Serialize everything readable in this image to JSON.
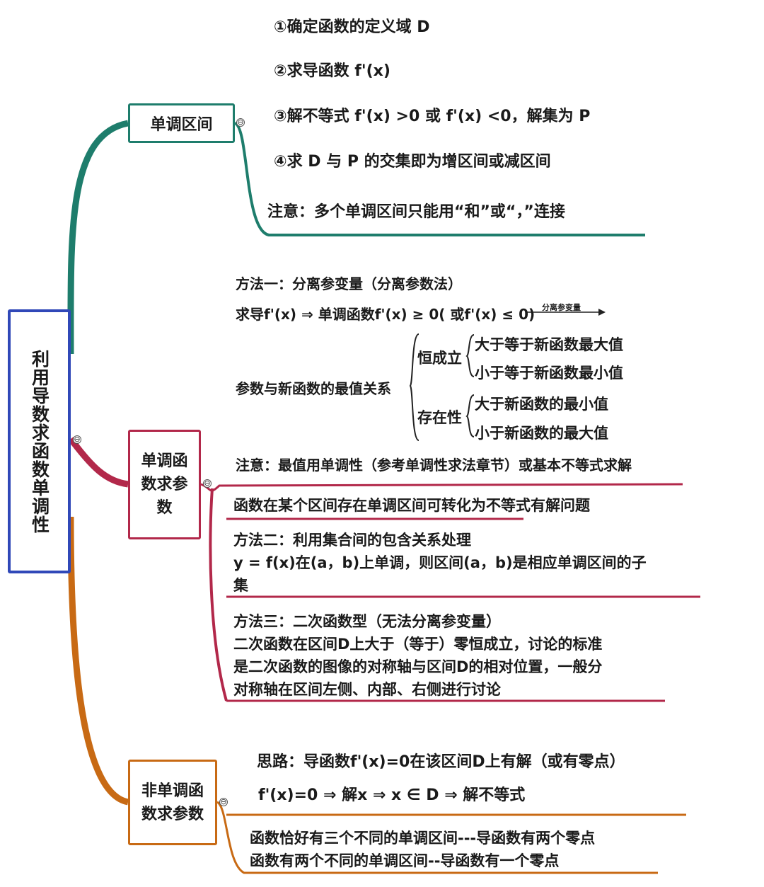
{
  "root": {
    "label": "利用导数求函数单调性"
  },
  "branch1": {
    "label": "单调区间",
    "steps": [
      "①确定函数的定义域 D",
      "②求导函数 f'(x)",
      "③解不等式 f'(x) >0 或 f'(x) <0，解集为 P",
      "④求 D 与 P 的交集即为增区间或减区间"
    ],
    "note": "注意：多个单调区间只能用“和”或“，”连接",
    "color": "#1e7d6c"
  },
  "branch2": {
    "label": "单调函数求参数",
    "method1_title": "方法一：分离参变量（分离参数法）",
    "method1_formula": "求导f'(x) ⇒ 单调函数f'(x) ≥ 0( 或f'(x) ≤ 0)",
    "arrow_label": "分离参变量",
    "relation_label": "参数与新函数的最值关系",
    "group1": "恒成立",
    "group1_items": [
      "大于等于新函数最大值",
      "小于等于新函数最小值"
    ],
    "group2": "存在性",
    "group2_items": [
      "大于新函数的最小值",
      "小于新函数的最大值"
    ],
    "note": "注意：最值用单调性（参考单调性求法章节）或基本不等式求解",
    "line_exist": "函数在某个区间存在单调区间可转化为不等式有解问题",
    "method2_title": "方法二：利用集合间的包含关系处理",
    "method2_line1": "y = f(x)在(a，b)上单调，则区间(a，b)是相应单调区间的子",
    "method2_line2": "集",
    "method3_title": "方法三：二次函数型（无法分离参变量）",
    "method3_line1": "二次函数在区间D上大于（等于）零恒成立，讨论的标准",
    "method3_line2": "是二次函数的图像的对称轴与区间D的相对位置，一般分",
    "method3_line3": "对称轴在区间左侧、内部、右侧进行讨论",
    "color": "#b2284a"
  },
  "branch3": {
    "label": "非单调函数求参数",
    "idea": "思路：导函数f'(x)=0在该区间D上有解（或有零点）",
    "formula": "f'(x)=0 ⇒ 解x ⇒ x ∈ D ⇒ 解不等式",
    "line1": "函数恰好有三个不同的单调区间---导函数有两个零点",
    "line2": "函数有两个不同的单调区间--导函数有一个零点",
    "color": "#c86a14"
  },
  "collapse_symbol": "⊖"
}
